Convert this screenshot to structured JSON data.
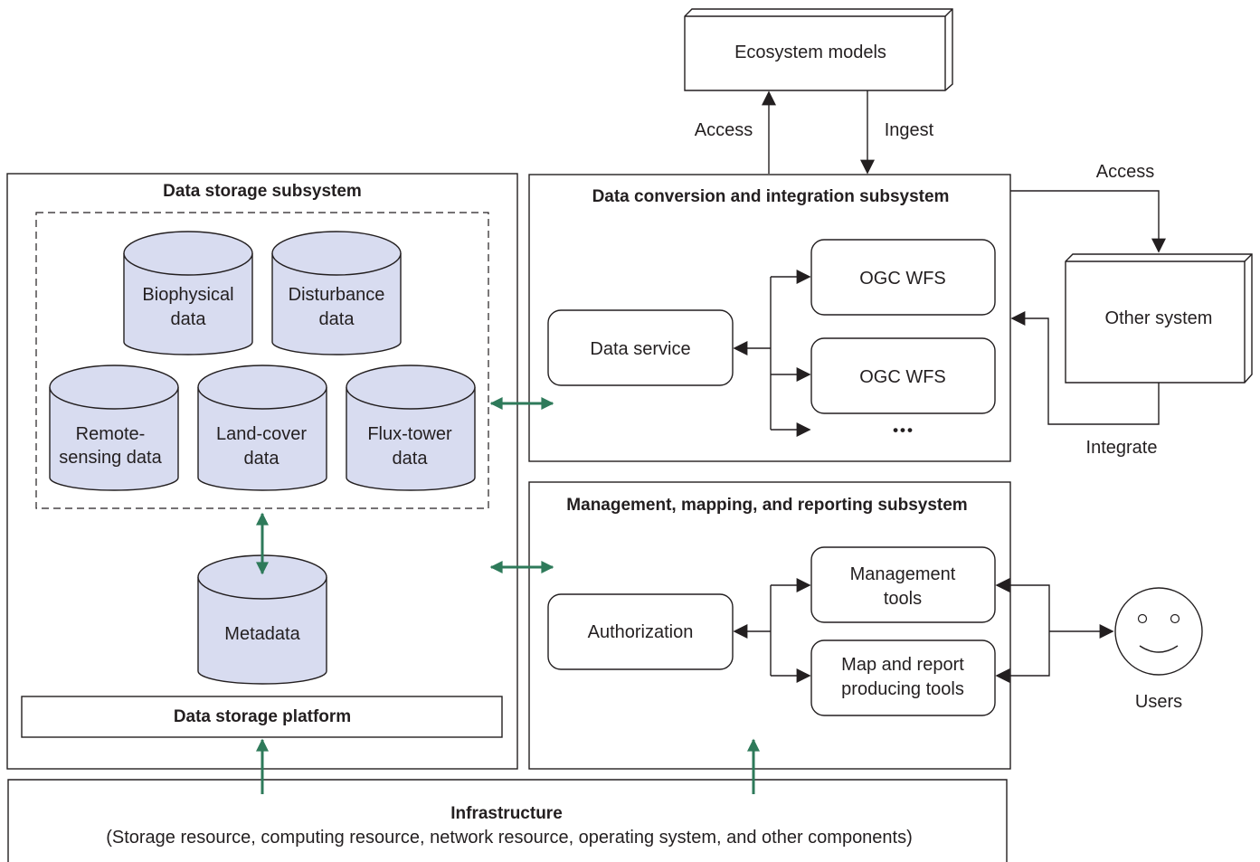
{
  "ecosystem_models": {
    "label": "Ecosystem models"
  },
  "links": {
    "access_top": "Access",
    "ingest": "Ingest",
    "access_right": "Access",
    "integrate": "Integrate"
  },
  "storage": {
    "title": "Data storage subsystem",
    "databases": [
      {
        "line1": "Biophysical",
        "line2": "data"
      },
      {
        "line1": "Disturbance",
        "line2": "data"
      },
      {
        "line1": "Remote-",
        "line2": "sensing data"
      },
      {
        "line1": "Land-cover",
        "line2": "data"
      },
      {
        "line1": "Flux-tower",
        "line2": "data"
      }
    ],
    "metadata": "Metadata",
    "platform": "Data storage platform"
  },
  "conversion": {
    "title": "Data conversion and  integration subsystem",
    "data_service": "Data service",
    "wfs_1": "OGC WFS",
    "wfs_2": "OGC WFS",
    "ellipsis": "•••"
  },
  "other_system": {
    "label": "Other system"
  },
  "management": {
    "title": "Management, mapping, and  reporting subsystem",
    "authorization": "Authorization",
    "tools_1": {
      "line1": "Management",
      "line2": "tools"
    },
    "tools_2": {
      "line1": "Map and report",
      "line2": "producing tools"
    }
  },
  "users": {
    "label": "Users"
  },
  "infrastructure": {
    "title": "Infrastructure",
    "subtitle": "(Storage resource, computing resource, network resource, operating system, and other components)"
  },
  "colors": {
    "connector_green": "#2e7a5a",
    "cylinder_fill": "#d8dcf0",
    "stroke": "#231f20"
  }
}
